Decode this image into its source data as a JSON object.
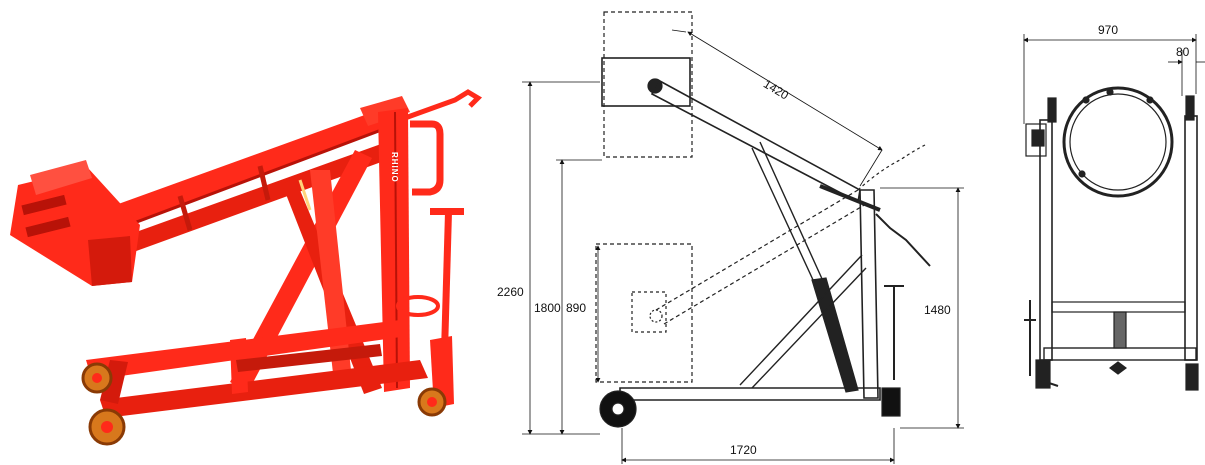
{
  "photo": {
    "brand_text": "RHINO",
    "frame_color": "#ff2a1a",
    "frame_shadow": "#b81208",
    "wheel_color": "#d8781c"
  },
  "side_view": {
    "dimensions": {
      "height_total": "2260",
      "height_lift": "1800",
      "height_low": "890",
      "arm_length": "1420",
      "handle_height": "1480",
      "wheelbase": "1720"
    }
  },
  "front_view": {
    "dimensions": {
      "overall_width": "970",
      "side_offset": "80"
    }
  }
}
